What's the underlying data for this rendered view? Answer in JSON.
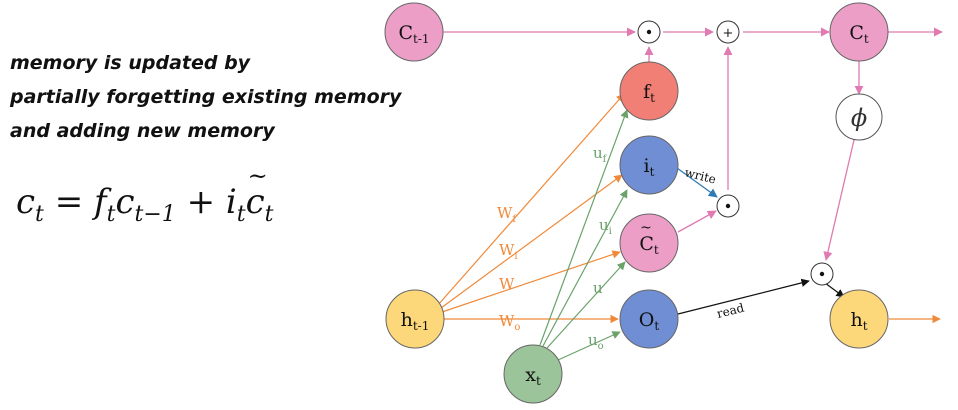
{
  "note": {
    "line1": "memory is updated by",
    "line2": "partially forgetting existing memory",
    "line3": "and adding new memory"
  },
  "equation": {
    "lhs": "c",
    "lhs_sub": "t",
    "eq": " = ",
    "f": "f",
    "f_sub": "t",
    "c": "c",
    "c_sub": "t−1",
    "plus": " + ",
    "i": "i",
    "i_sub": "t",
    "ct": "c",
    "ct_sub": "t"
  },
  "nodes": {
    "c_prev": {
      "main": "C",
      "sub": "t-1"
    },
    "c_t": {
      "main": "C",
      "sub": "t"
    },
    "f_t": {
      "main": "f",
      "sub": "t"
    },
    "i_t": {
      "main": "i",
      "sub": "t"
    },
    "c_tilde": {
      "main": "C",
      "sub": "t"
    },
    "o_t": {
      "main": "O",
      "sub": "t"
    },
    "h_prev": {
      "main": "h",
      "sub": "t-1"
    },
    "h_t": {
      "main": "h",
      "sub": "t"
    },
    "x_t": {
      "main": "x",
      "sub": "t"
    },
    "phi": "ϕ"
  },
  "ops": {
    "mult": "⊙",
    "plus": "+",
    "dot": "•"
  },
  "weights": {
    "wf": {
      "main": "W",
      "sub": "f"
    },
    "wi": {
      "main": "W",
      "sub": "i"
    },
    "w": {
      "main": "W",
      "sub": ""
    },
    "wo": {
      "main": "W",
      "sub": "o"
    },
    "uf": {
      "main": "u",
      "sub": "f"
    },
    "ui": {
      "main": "u",
      "sub": "i"
    },
    "u": {
      "main": "u",
      "sub": ""
    },
    "uo": {
      "main": "u",
      "sub": "o"
    }
  },
  "edge_labels": {
    "write": "write",
    "read": "read"
  },
  "colors": {
    "pink": "#ec9ec7",
    "salmon": "#f17f75",
    "blue": "#6f8ed3",
    "yellow": "#fcd87b",
    "green": "#9cc49b",
    "orange": "#f08a3a",
    "green_edge": "#6aa26a",
    "pink_edge": "#e07ab0",
    "blue_edge": "#2e7bb4"
  }
}
